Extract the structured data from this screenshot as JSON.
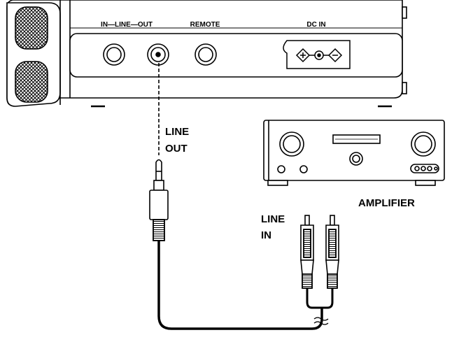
{
  "recorder": {
    "jack_labels": {
      "in_line_out": "IN—LINE—OUT",
      "remote": "REMOTE",
      "dc_in": "DC IN"
    }
  },
  "callouts": {
    "line_out_line1": "LINE",
    "line_out_line2": "OUT",
    "line_in_line1": "LINE",
    "line_in_line2": "IN"
  },
  "amplifier": {
    "label": "AMPLIFIER"
  },
  "colors": {
    "stroke": "#000000",
    "panel_fill": "#ffffff",
    "page_background": "#ffffff"
  }
}
